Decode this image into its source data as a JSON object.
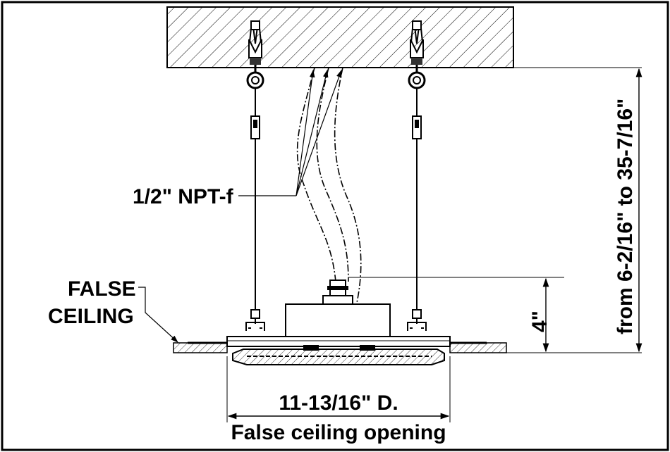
{
  "labels": {
    "npt": "1/2\" NPT-f",
    "false_ceiling_line1": "FALSE",
    "false_ceiling_line2": "CEILING",
    "height_range": "from 6-2/16\" to 35-7/16\"",
    "unit_height": "4\"",
    "diameter": "11-13/16\" D.",
    "opening": "False ceiling opening"
  }
}
